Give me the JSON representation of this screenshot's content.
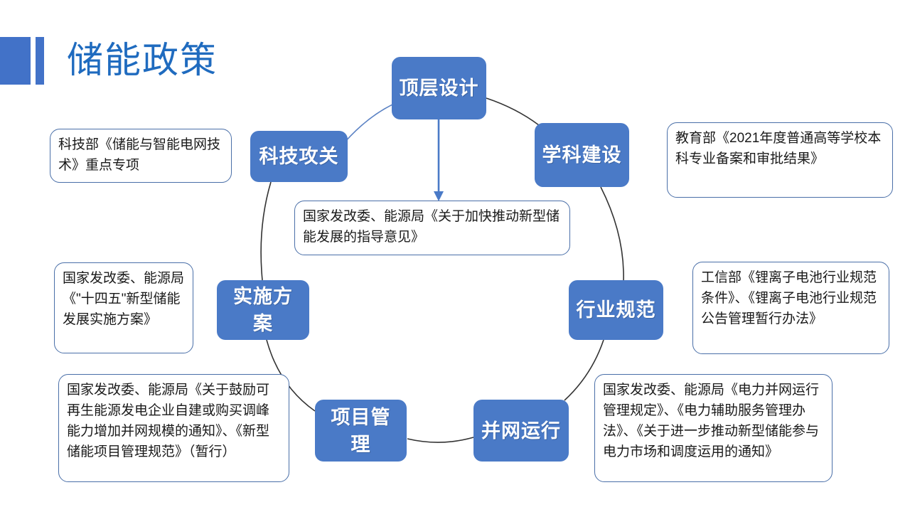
{
  "header": {
    "title": "储能政策",
    "accent_color": "#4272c8",
    "title_color": "#1f6bbf"
  },
  "diagram": {
    "type": "cycle-hub",
    "node_color": "#4a7ac7",
    "callout_border_color": "#4a6fa8",
    "arrow_color": "#4a7ac7",
    "arc_color": "#3a3a3a",
    "nodes": [
      {
        "id": "top-level-design",
        "label": "顶层设计"
      },
      {
        "id": "discipline-construction",
        "label": "学科建设"
      },
      {
        "id": "tech-research",
        "label": "科技攻关"
      },
      {
        "id": "industry-standards",
        "label": "行业规范"
      },
      {
        "id": "implementation-plan",
        "label": "实施方案"
      },
      {
        "id": "grid-operation",
        "label": "并网运行"
      },
      {
        "id": "project-management",
        "label": "项目管理"
      }
    ],
    "callouts": [
      {
        "id": "tech-research-policy",
        "text": "科技部《储能与智能电网技术》重点专项"
      },
      {
        "id": "discipline-policy",
        "text": "教育部《2021年度普通高等学校本科专业备案和审批结果》"
      },
      {
        "id": "top-level-design-policy",
        "text": "国家发改委、能源局《关于加快推动新型储能发展的指导意见》"
      },
      {
        "id": "implementation-plan-policy",
        "text": "国家发改委、能源局《\"十四五\"新型储能发展实施方案》"
      },
      {
        "id": "industry-standards-policy",
        "text": "工信部《锂离子电池行业规范条件》、《锂离子电池行业规范公告管理暂行办法》"
      },
      {
        "id": "project-management-policy",
        "text": "国家发改委、能源局《关于鼓励可再生能源发电企业自建或购买调峰能力增加并网规模的通知》、《新型储能项目管理规范》（暂行）"
      },
      {
        "id": "grid-operation-policy",
        "text": "国家发改委、能源局《电力并网运行管理规定》、《电力辅助服务管理办法》、《关于进一步推动新型储能参与电力市场和调度运用的通知》"
      }
    ]
  }
}
